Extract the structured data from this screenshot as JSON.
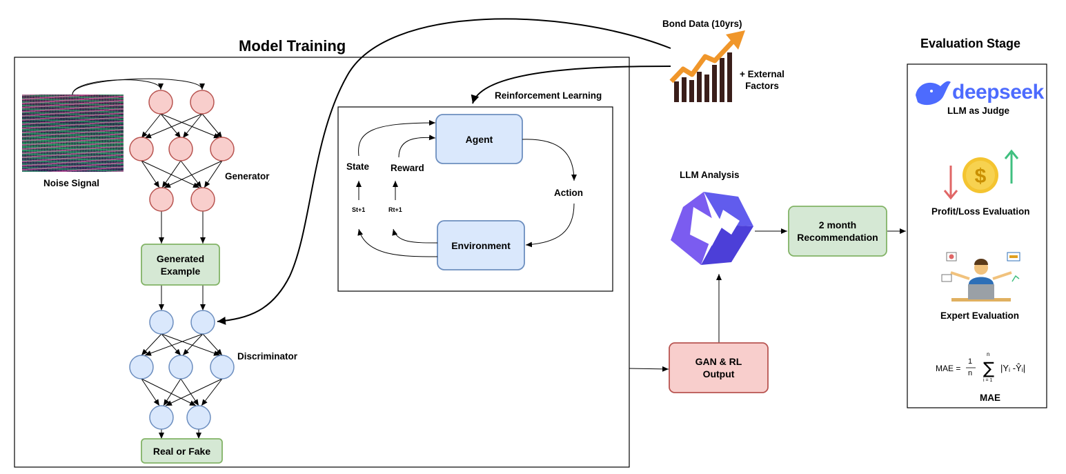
{
  "model_training": {
    "title": "Model Training",
    "noise_label": "Noise Signal",
    "generator_label": "Generator",
    "generated_example": [
      "Generated",
      "Example"
    ],
    "discriminator_label": "Discriminator",
    "real_or_fake": "Real or Fake"
  },
  "rl": {
    "title": "Reinforcement Learning",
    "agent": "Agent",
    "environment": "Environment",
    "state": "State",
    "reward": "Reward",
    "action": "Action",
    "st1": "St+1",
    "rt1": "Rt+1"
  },
  "data_source": {
    "bond_data": "Bond Data (10yrs)",
    "external": [
      "+ External",
      "Factors"
    ]
  },
  "llm": {
    "analysis_label": "LLM Analysis",
    "recommendation": [
      "2 month",
      "Recommendation"
    ],
    "output": [
      "GAN & RL",
      "Output"
    ]
  },
  "evaluation": {
    "title": "Evaluation Stage",
    "deepseek_logo": "deepseek",
    "llm_judge": "LLM as Judge",
    "profit_loss": "Profit/Loss Evaluation",
    "expert": "Expert Evaluation",
    "mae_label": "MAE",
    "mae_formula": {
      "lhs": "MAE =",
      "num": "1",
      "den": "n",
      "sum_top": "n",
      "sum_bottom": "i = 1",
      "body": "|Yᵢ -Ŷᵢ|"
    }
  },
  "colors": {
    "red_node_fill": "#f8cecc",
    "red_node_stroke": "#b85450",
    "blue_node_fill": "#dae8fc",
    "blue_node_stroke": "#6c8ebf",
    "green_fill": "#d5e8d4",
    "green_stroke": "#82b366",
    "deepseek_blue": "#4d6bfe",
    "qwen_purple": "#615ced",
    "arrow_orange": "#f0962a",
    "down_red": "#e06666",
    "up_green": "#3fbf7f",
    "coin_gold": "#f4c430"
  },
  "icons": [
    "noise-image",
    "bond-chart-icon",
    "qwen-logo-icon",
    "deepseek-whale-icon",
    "down-arrow-icon",
    "dollar-coin-icon",
    "up-arrow-icon",
    "expert-person-icon"
  ]
}
